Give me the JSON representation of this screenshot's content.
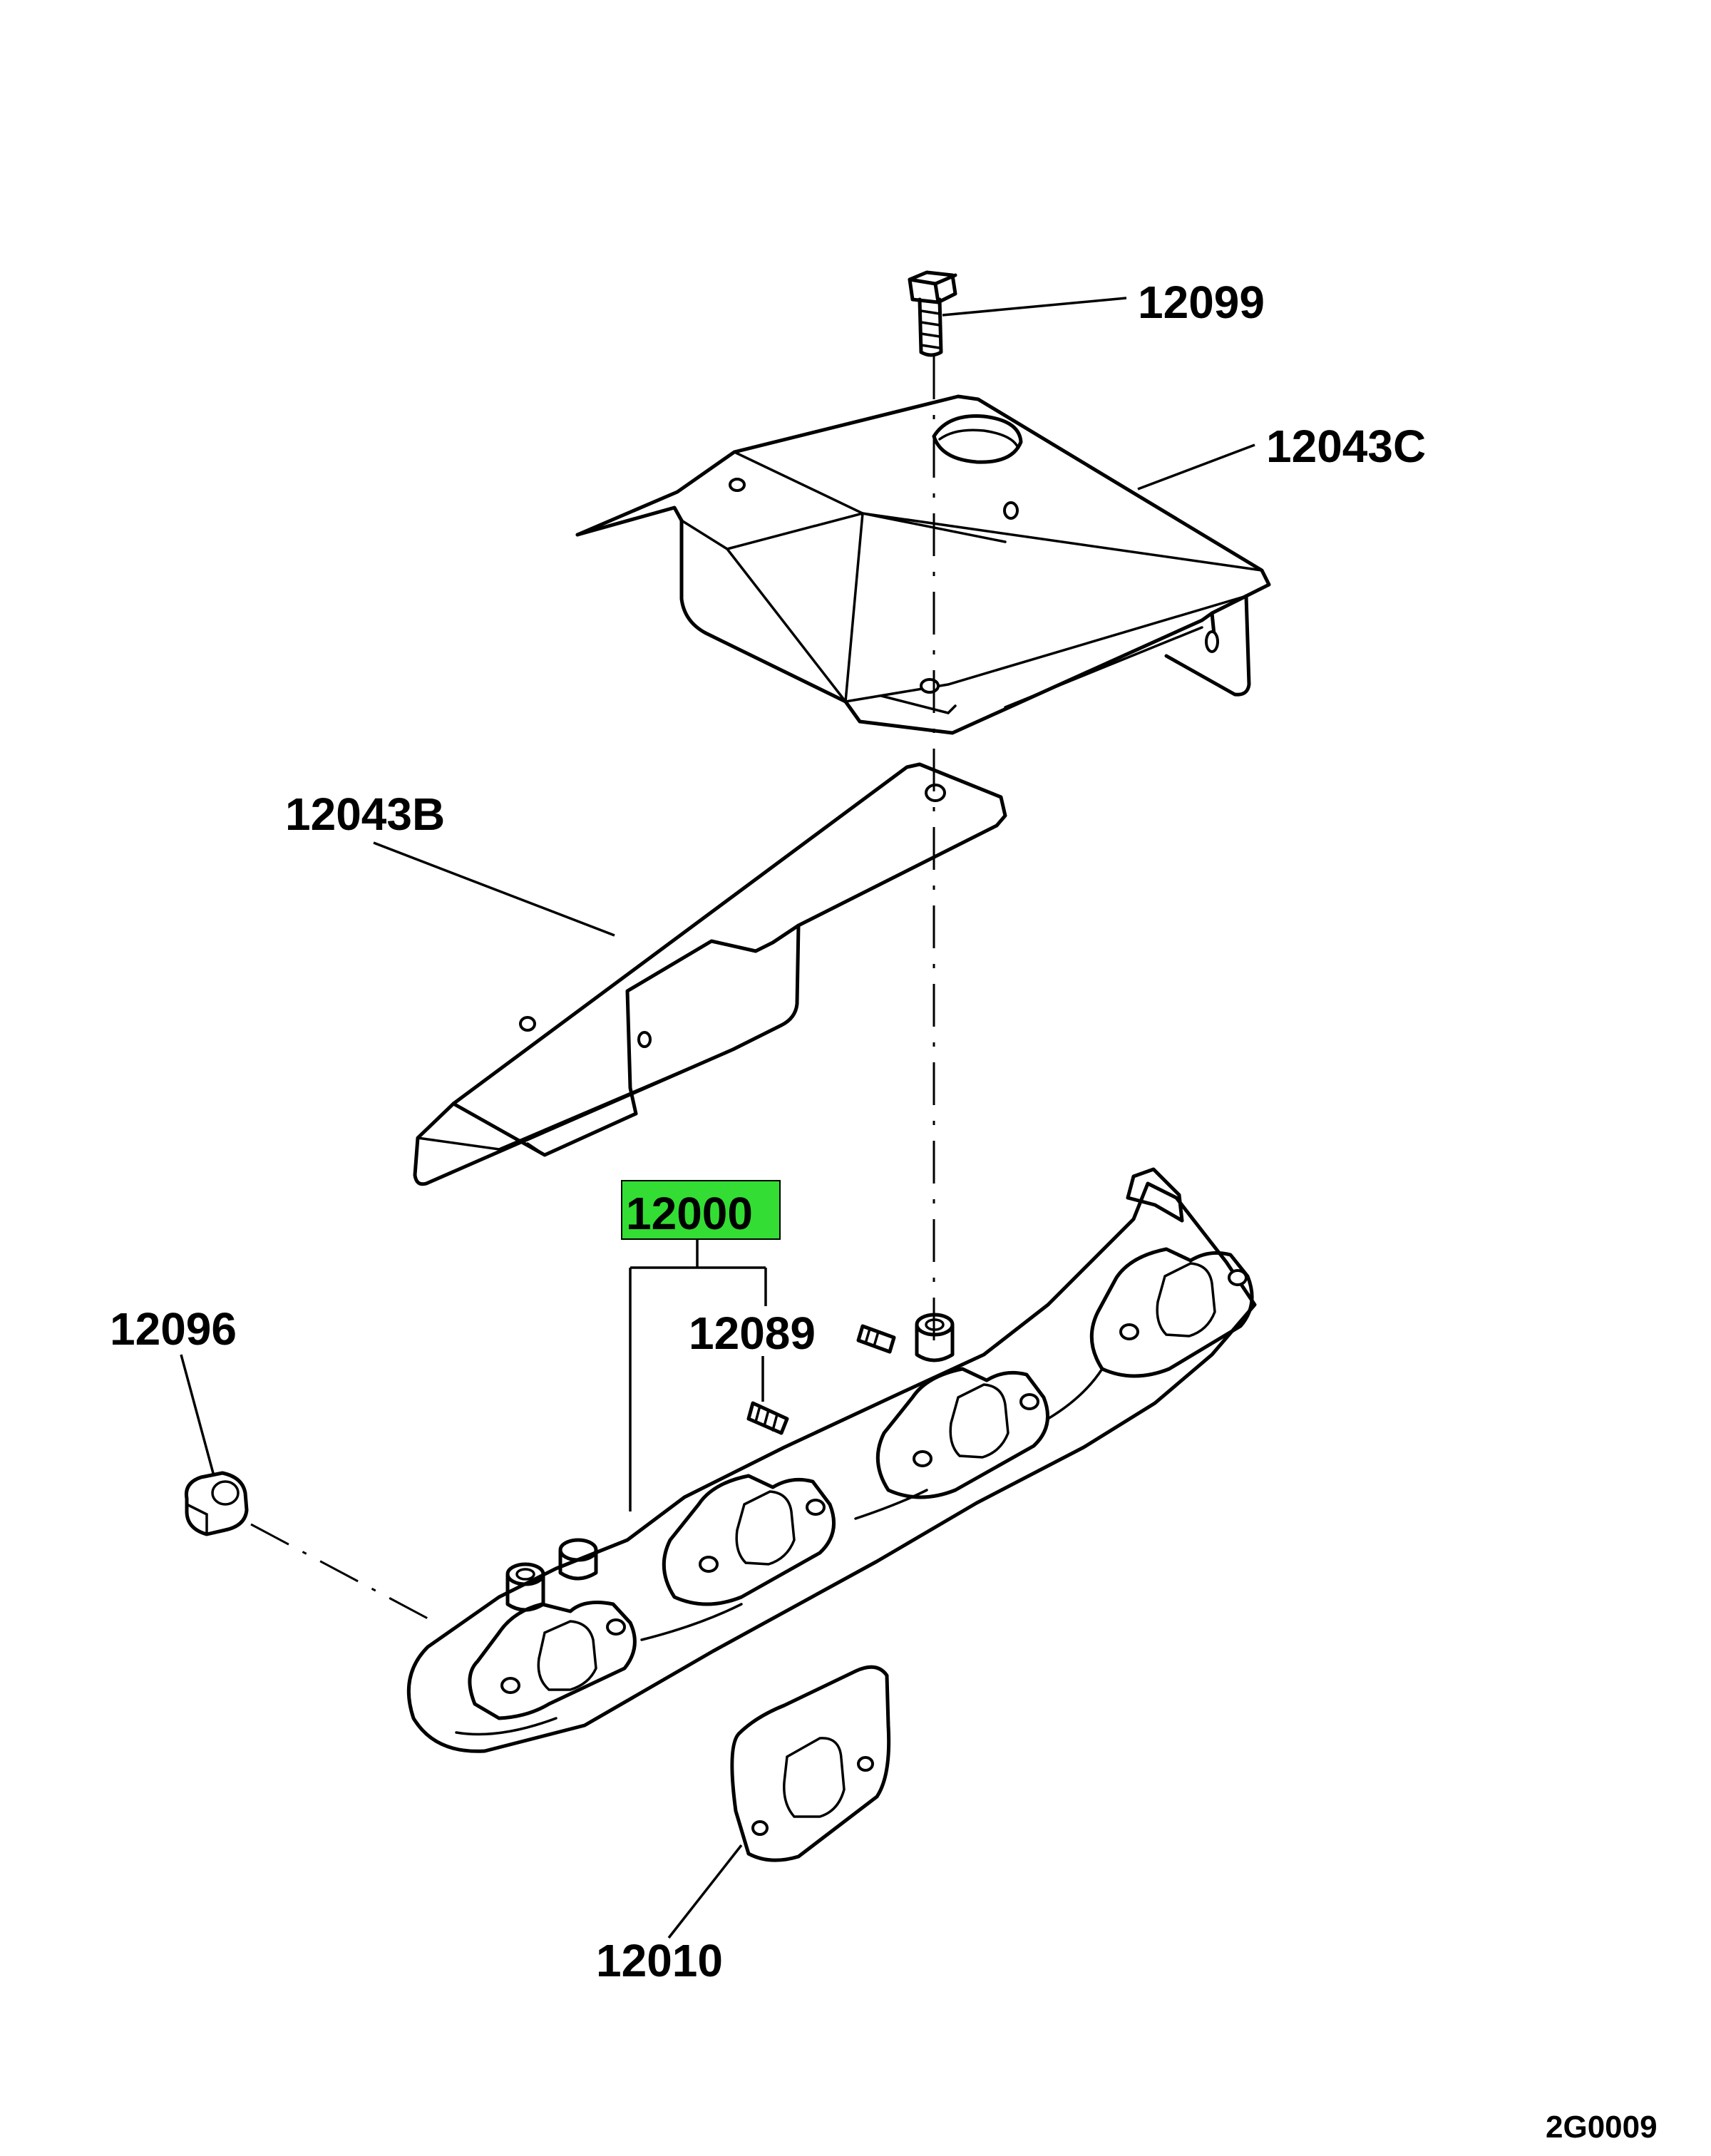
{
  "diagram": {
    "highlight_color": "#33dd33",
    "callouts": [
      {
        "id": "12099",
        "label": "12099"
      },
      {
        "id": "12043C",
        "label": "12043C"
      },
      {
        "id": "12043B",
        "label": "12043B"
      },
      {
        "id": "12000",
        "label": "12000",
        "highlighted": true
      },
      {
        "id": "12096",
        "label": "12096"
      },
      {
        "id": "12089",
        "label": "12089"
      },
      {
        "id": "12010",
        "label": "12010"
      }
    ],
    "reference_code": "2G0009"
  }
}
